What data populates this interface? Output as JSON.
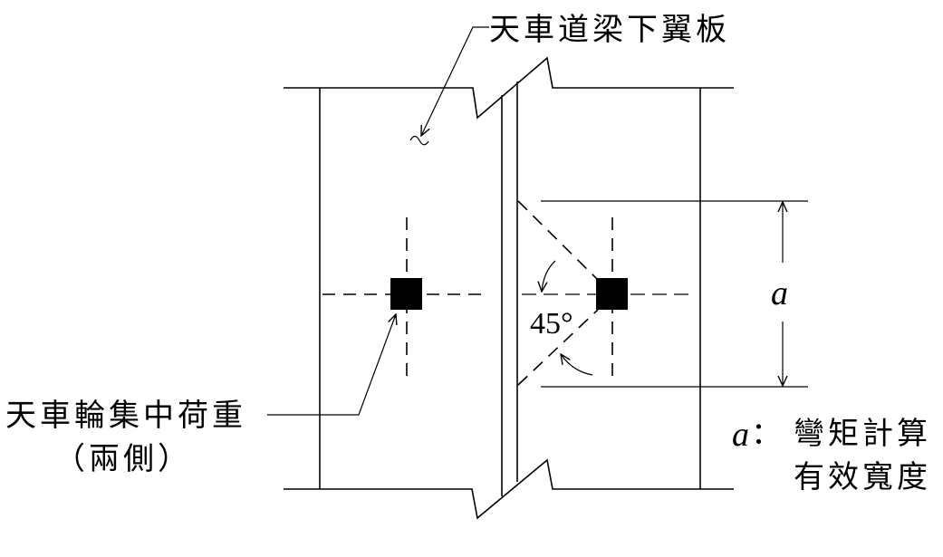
{
  "labels": {
    "flange": "天車道梁下翼板",
    "load_line1": "天車輪集中荷重",
    "load_line2": "（兩側）",
    "angle": "45°",
    "dim_symbol": "a",
    "legend_symbol": "a",
    "legend_colon": "：",
    "legend_line1": "彎矩計算",
    "legend_line2": "有效寬度"
  }
}
